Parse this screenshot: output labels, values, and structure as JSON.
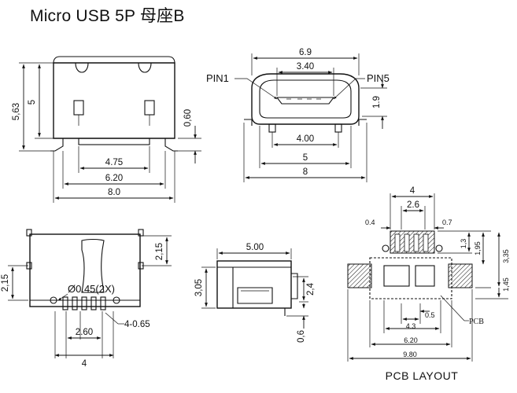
{
  "title": "Micro USB 5P 母座B",
  "views": {
    "front": {
      "dim_height_total": "5,63",
      "dim_height_body": "5",
      "dim_leg": "0,60",
      "dim_width_inner": "4.75",
      "dim_width_mid": "6.20",
      "dim_width_total": "8.0"
    },
    "end": {
      "pin1_label": "PIN1",
      "pin5_label": "PIN5",
      "dim_top_width": "6.9",
      "dim_pin_span": "3.40",
      "dim_slot_height": "1.9",
      "dim_opening": "4.00",
      "dim_body": "5",
      "dim_total": "8"
    },
    "bottom": {
      "dim_side_right": "2,15",
      "dim_side_left": "2,15",
      "hole_note": "Ø0.45(2X)",
      "dim_pad_width": "4-0.65",
      "dim_pitch": "2.60",
      "dim_span": "4"
    },
    "side": {
      "dim_length": "5.00",
      "dim_height": "3,05",
      "dim_inner": "2,4",
      "dim_pin": "0,6"
    },
    "pcb_layout": {
      "label": "PCB LAYOUT",
      "pcb_tag": "PCB",
      "dim_top": "4",
      "dim_pitch": "2.6",
      "dim_pad_left": "0.4",
      "dim_pad_right": "0.7",
      "dim_small_1": "1,3",
      "dim_small_2": "1,95",
      "dim_right_total": "3,35",
      "dim_right_low": "1,45",
      "dim_inner_gap": "0.5",
      "dim_inner": "4.3",
      "dim_width": "6.20",
      "dim_total": "9.80"
    }
  }
}
